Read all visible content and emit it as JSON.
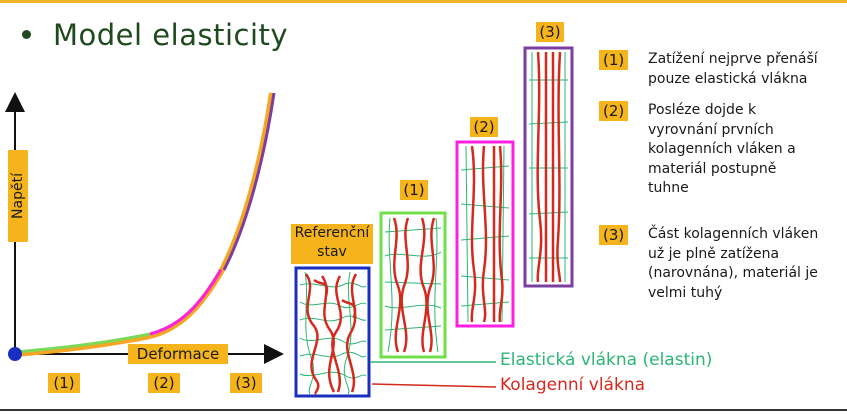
{
  "title": "Model elasticity",
  "y_axis_label": "Napětí",
  "x_axis_label": "Deformace",
  "phase_labels": [
    "(1)",
    "(2)",
    "(3)"
  ],
  "reference_label": "Referenční stav",
  "fiber_labels": {
    "elastic": "Elastická vlákna (elastin)",
    "collagen": "Kolagenní vlákna"
  },
  "legend": [
    {
      "num": "(1)",
      "text": "Zatížení nejprve přenáší pouze elastická vlákna"
    },
    {
      "num": "(2)",
      "text": "Posléze dojde k vyrovnání prvních kolagenních vláken a materiál postupně tuhne"
    },
    {
      "num": "(3)",
      "text": "Část kolagenních vláken už je plně zatížena (narovnána), materiál je velmi tuhý"
    }
  ],
  "colors": {
    "accent": "#f5b41c",
    "title": "#1f4a1f",
    "collagen": "#d42a1e",
    "elastin": "#2bb673",
    "phase1_curve": "#7cd957",
    "phase2_curve": "#ff1fe0",
    "phase3_curve": "#7a3fa0",
    "reference_box": "#1a2fc0",
    "box1": "#6fe04a",
    "box2": "#ff1fe0",
    "box3": "#7a3fa0"
  }
}
